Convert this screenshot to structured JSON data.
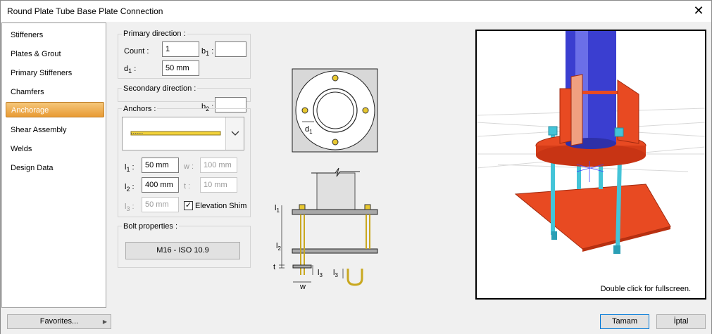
{
  "window": {
    "title": "Round Plate Tube Base Plate Connection"
  },
  "sidebar": {
    "items": [
      {
        "label": "Stiffeners"
      },
      {
        "label": "Plates & Grout"
      },
      {
        "label": "Primary Stiffeners"
      },
      {
        "label": "Chamfers"
      },
      {
        "label": "Anchorage"
      },
      {
        "label": "Shear Assembly"
      },
      {
        "label": "Welds"
      },
      {
        "label": "Design Data"
      }
    ],
    "active": "Anchorage"
  },
  "primary": {
    "heading": "Primary direction :",
    "count_label": "Count :",
    "count_value": "1",
    "b1_label": "b",
    "b1_sub": "1",
    "b1_colon": " :",
    "b1_value": "",
    "d1_label": "d",
    "d1_sub": "1",
    "d1_colon": " :",
    "d1_value": "50 mm"
  },
  "secondary": {
    "heading": "Secondary direction :",
    "b2_label": "b",
    "b2_sub": "2",
    "b2_colon": " :",
    "b2_value": ""
  },
  "anchors": {
    "heading": "Anchors :",
    "l1_label": "l",
    "l1_sub": "1",
    "l1_colon": " :",
    "l1_value": "50 mm",
    "w_label": "w :",
    "w_value": "100 mm",
    "l2_label": "l",
    "l2_sub": "2",
    "l2_colon": " :",
    "l2_value": "400 mm",
    "t_label": "t :",
    "t_value": "10 mm",
    "l3_label": "l",
    "l3_sub": "3",
    "l3_colon": " :",
    "l3_value": "50 mm",
    "elevation_shim_label": "Elevation Shim",
    "elevation_shim_checked": "✓"
  },
  "bolt": {
    "heading": "Bolt properties :",
    "button_label": "M16 - ISO 10.9"
  },
  "diagram": {
    "d1": "d",
    "d1_sub": "1",
    "l1": "l",
    "l1_sub": "1",
    "l2": "l",
    "l2_sub": "2",
    "l3": "l",
    "l3_sub": "3",
    "l3b": "l",
    "l3b_sub": "3",
    "t": "t",
    "w": "w"
  },
  "preview": {
    "hint": "Double click for fullscreen."
  },
  "footer": {
    "favorites_label": "Favorites...",
    "ok_label": "Tamam",
    "cancel_label": "İptal"
  },
  "colors": {
    "accent": "#e89a33",
    "plate": "#e63d1c",
    "tube": "#3438c8",
    "bolt": "#4fd0e0"
  }
}
